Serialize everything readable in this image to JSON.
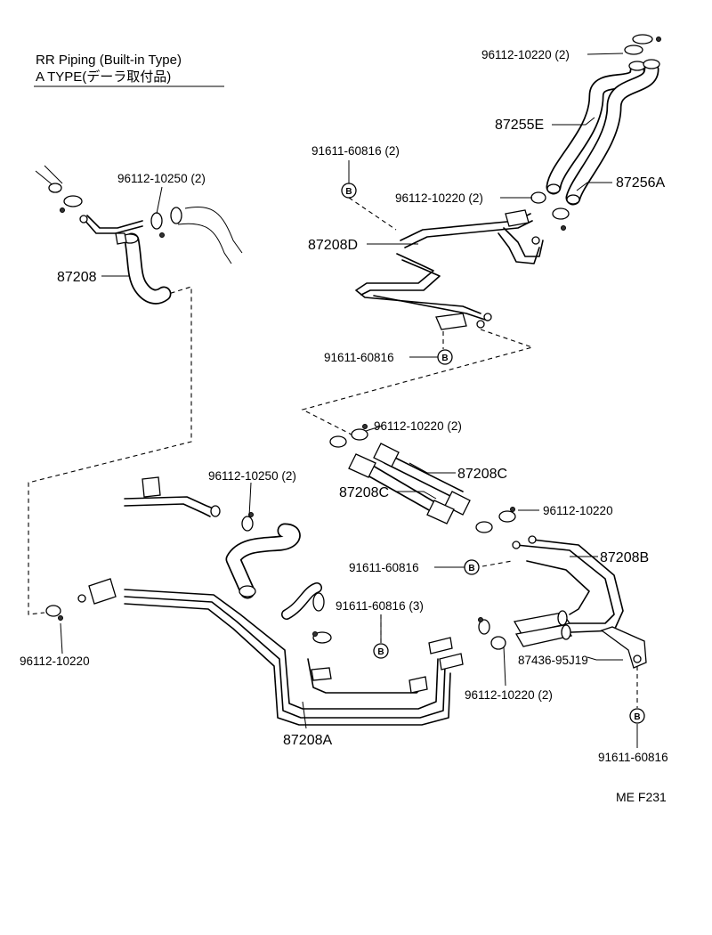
{
  "title": {
    "line1": "RR  Piping (Built-in Type)",
    "line2": "A  TYPE(デーラ取付品)"
  },
  "badge_letter": "B",
  "labels": {
    "c_96112_10220_2_top": "96112-10220 (2)",
    "p_87255E": "87255E",
    "p_87256A": "87256A",
    "b_91611_60816_2": "91611-60816 (2)",
    "c_96112_10220_2_mid": "96112-10220 (2)",
    "p_87208D": "87208D",
    "b_91611_60816_d": "91611-60816",
    "c_96112_10250_2_a": "96112-10250 (2)",
    "p_87208": "87208",
    "c_96112_10220_2_c": "96112-10220 (2)",
    "p_87208C_a": "87208C",
    "p_87208C_b": "87208C",
    "c_96112_10250_2_b": "96112-10250 (2)",
    "c_96112_10220_r": "96112-10220",
    "b_91611_60816_b": "91611-60816",
    "p_87208B": "87208B",
    "b_91611_60816_3": "91611-60816 (3)",
    "c_96112_10220_l": "96112-10220",
    "p_87436_95J19": "87436-95J19",
    "c_96112_10220_2_bot": "96112-10220 (2)",
    "p_87208A": "87208A",
    "b_91611_60816_br": "91611-60816",
    "code": "ME  F231"
  }
}
